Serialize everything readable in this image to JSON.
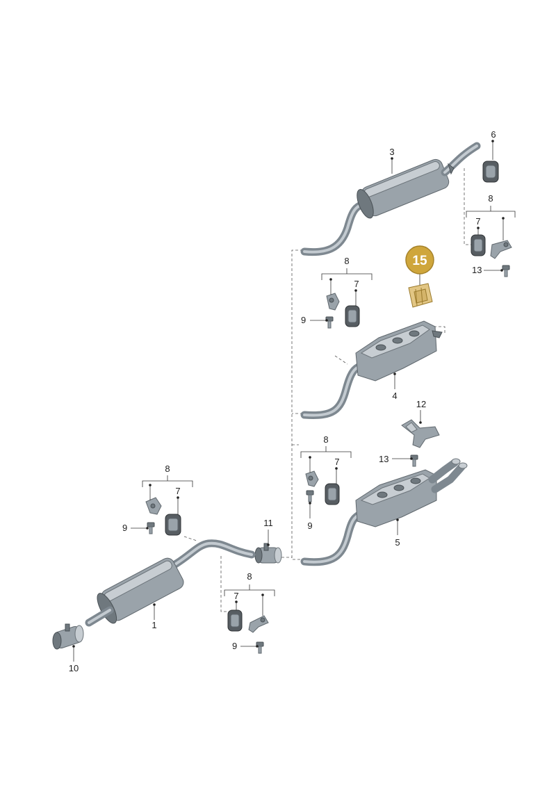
{
  "callouts": {
    "part_1": "1",
    "part_3": "3",
    "part_4": "4",
    "part_5": "5",
    "part_6": "6",
    "part_10": "10",
    "part_11": "11",
    "part_12": "12",
    "part_15": "15",
    "group_a": {
      "set": "8",
      "hanger": "7",
      "bolt": "9"
    },
    "group_b": {
      "set": "8",
      "hanger": "7",
      "bolt": "9"
    },
    "group_c": {
      "set": "8",
      "hanger": "7",
      "bolt": "9"
    },
    "group_d": {
      "set": "8",
      "hanger": "7",
      "bolt": "9"
    },
    "group_e": {
      "set": "8",
      "hanger": "7",
      "bolt": "13"
    },
    "group_f": {
      "bolt": "13"
    }
  },
  "colors": {
    "highlight_fill": "#cfa63c",
    "highlight_text": "#ffffff",
    "part_metal": "#9aa3aa",
    "rubber": "#575d62"
  }
}
